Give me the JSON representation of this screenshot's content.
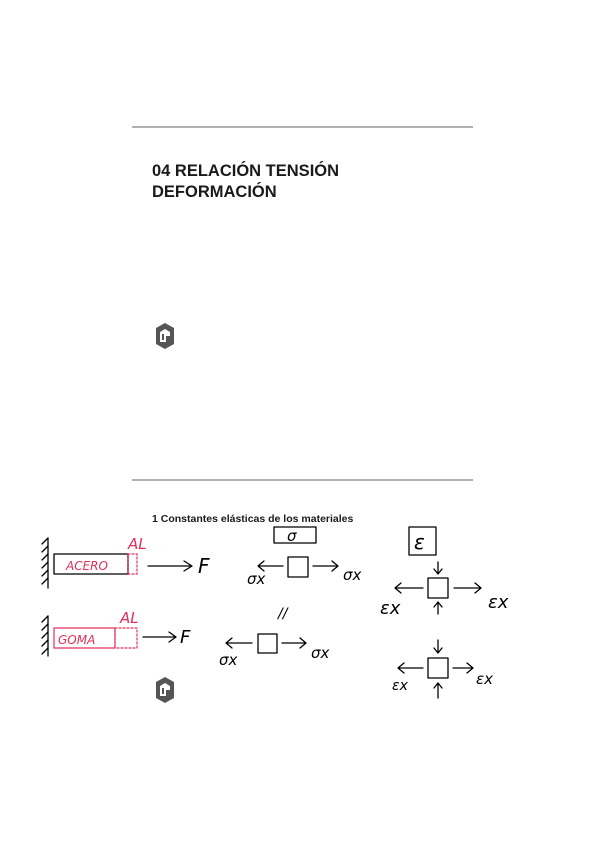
{
  "slide1": {
    "title": "04 RELACIÓN TENSIÓN DEFORMACIÓN"
  },
  "slide2": {
    "subtitle": "1 Constantes elásticas de los materiales",
    "annotations": {
      "acero_label": "ACERO",
      "goma_label": "GOMA",
      "delta_length_1": "AL",
      "delta_length_2": "AL",
      "force_1": "F",
      "force_2": "F",
      "sigma_box": "σ",
      "sigma_x_left_1": "σx",
      "sigma_x_right_1": "σx",
      "equal_mark": "//",
      "sigma_x_left_2": "σx",
      "sigma_x_right_2": "σx",
      "epsilon_box": "ε",
      "epsilon_x_left_1": "εx",
      "epsilon_x_right_1": "εx",
      "epsilon_x_left_2": "εx",
      "epsilon_x_right_2": "εx"
    }
  },
  "colors": {
    "rule": "#b0b0b0",
    "ink": "#000000",
    "annotation_red": "#e0305a",
    "logo": "#555555"
  }
}
